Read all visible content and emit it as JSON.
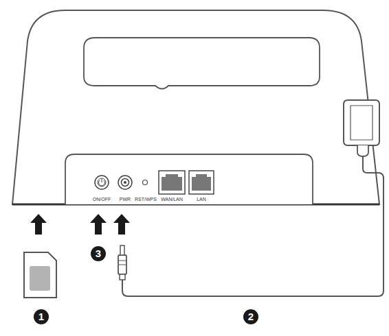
{
  "diagram": {
    "labels": [
      "ON/OFF",
      "PWR",
      "RST/WPS",
      "WAN/LAN",
      "LAN",
      "3",
      "1",
      "2"
    ]
  }
}
